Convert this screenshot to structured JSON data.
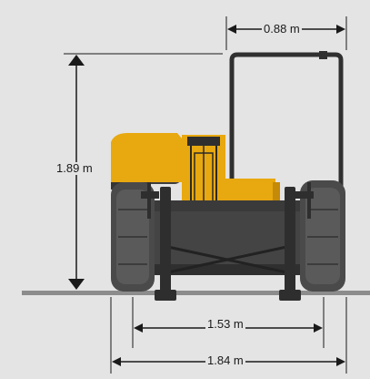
{
  "dimensions": {
    "top_width": "0.88 m",
    "height": "1.89 m",
    "track_width": "1.53 m",
    "overall_width": "1.84 m"
  },
  "colors": {
    "background": "#e4e4e4",
    "body_yellow": "#e8a80f",
    "body_dark": "#3b3b3b",
    "tire": "#4a4a4a",
    "ground": "#8c8c8c",
    "dimension_line": "#1a1a1a"
  }
}
